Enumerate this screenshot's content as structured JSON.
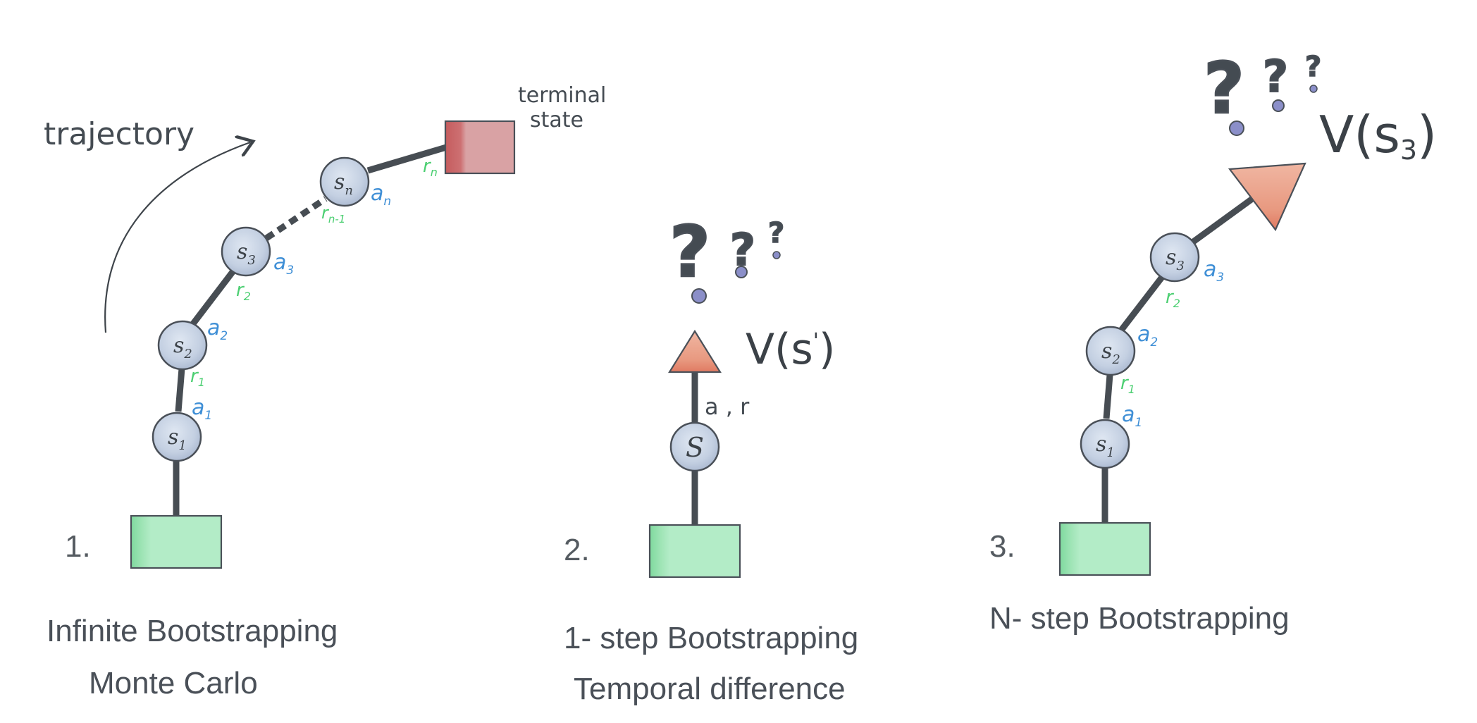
{
  "colors": {
    "edge": "#474d53",
    "node_fill": "#c6d2e4",
    "node_stroke": "#4a5058",
    "start_fill": "#b3ecc7",
    "start_dark": "#7fd99e",
    "terminal_fill": "#d9a2a4",
    "terminal_dark": "#c55c5e",
    "triangle_fill": "#eca892",
    "triangle_dark": "#e07a62",
    "question_fill": "#d6d6d6",
    "question_dot": "#8b8fc9",
    "action_text": "#3f8fd6",
    "reward_text": "#4ccf72"
  },
  "panel1": {
    "number": "1.",
    "trajectory_label": "trajectory",
    "terminal_label_line1": "terminal",
    "terminal_label_line2": "state",
    "nodes": {
      "s1": {
        "main": "s",
        "sub": "1"
      },
      "s2": {
        "main": "s",
        "sub": "2"
      },
      "s3": {
        "main": "s",
        "sub": "3"
      },
      "sn": {
        "main": "s",
        "sub": "n"
      }
    },
    "actions": {
      "a1": {
        "main": "a",
        "sub": "1"
      },
      "a2": {
        "main": "a",
        "sub": "2"
      },
      "a3": {
        "main": "a",
        "sub": "3"
      },
      "an": {
        "main": "a",
        "sub": "n"
      }
    },
    "rewards": {
      "r1": {
        "main": "r",
        "sub": "1"
      },
      "r2": {
        "main": "r",
        "sub": "2"
      },
      "rn1": {
        "main": "r",
        "sub": "n-1"
      },
      "rn": {
        "main": "r",
        "sub": "n"
      }
    },
    "caption_line1": "Infinite Bootstrapping",
    "caption_line2": "Monte Carlo"
  },
  "panel2": {
    "number": "2.",
    "node": {
      "main": "S",
      "sub": ""
    },
    "edge_label": "a , r",
    "value_label": {
      "main": "V(s",
      "sup": "'",
      "close": ")"
    },
    "caption_line1": "1- step Bootstrapping",
    "caption_line2": "Temporal difference"
  },
  "panel3": {
    "number": "3.",
    "nodes": {
      "s1": {
        "main": "s",
        "sub": "1"
      },
      "s2": {
        "main": "s",
        "sub": "2"
      },
      "s3": {
        "main": "s",
        "sub": "3"
      }
    },
    "actions": {
      "a1": {
        "main": "a",
        "sub": "1"
      },
      "a2": {
        "main": "a",
        "sub": "2"
      },
      "a3": {
        "main": "a",
        "sub": "3"
      }
    },
    "rewards": {
      "r1": {
        "main": "r",
        "sub": "1"
      },
      "r2": {
        "main": "r",
        "sub": "2"
      }
    },
    "value_label": {
      "main": "V(s",
      "sub": "3",
      "close": ")"
    },
    "caption_line1": "N- step Bootstrapping"
  },
  "question_mark": "?"
}
